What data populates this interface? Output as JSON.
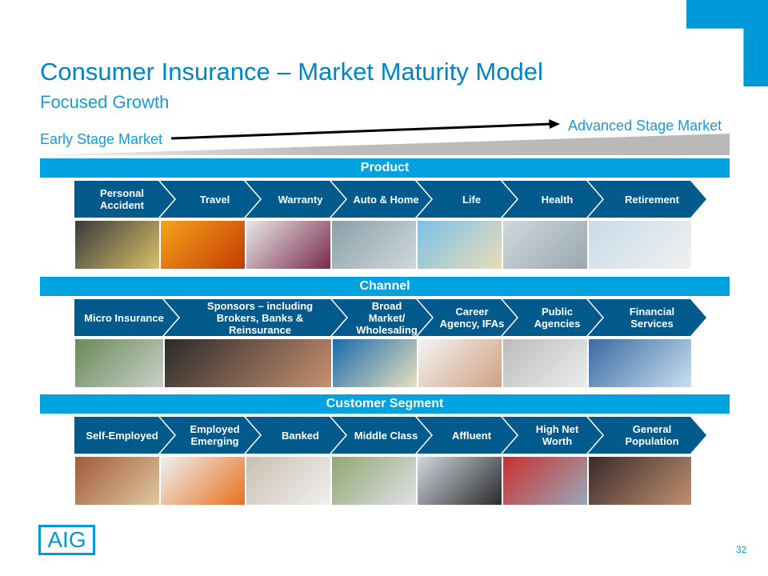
{
  "header": {
    "title": "Consumer Insurance – Market Maturity Model",
    "subtitle": "Focused Growth"
  },
  "maturity": {
    "start_label": "Early Stage Market",
    "end_label": "Advanced Stage Market"
  },
  "product": {
    "label": "Product",
    "items": [
      "Personal Accident",
      "Travel",
      "Warranty",
      "Auto & Home",
      "Life",
      "Health",
      "Retirement"
    ]
  },
  "channel": {
    "label": "Channel",
    "items": [
      "Micro Insurance",
      "Sponsors – including Brokers, Banks & Reinsurance",
      "Broad Market/ Wholesaling",
      "Career Agency, IFAs",
      "Public Agencies",
      "Financial Services"
    ]
  },
  "segment": {
    "label": "Customer Segment",
    "items": [
      "Self-Employed",
      "Employed Emerging",
      "Banked",
      "Middle Class",
      "Affluent",
      "High Net Worth",
      "General Population"
    ]
  },
  "footer": {
    "logo": "AIG",
    "page_number": "32"
  },
  "colors": {
    "accent": "#00a3e0",
    "chevron": "#005a8c",
    "title": "#0085c4"
  }
}
